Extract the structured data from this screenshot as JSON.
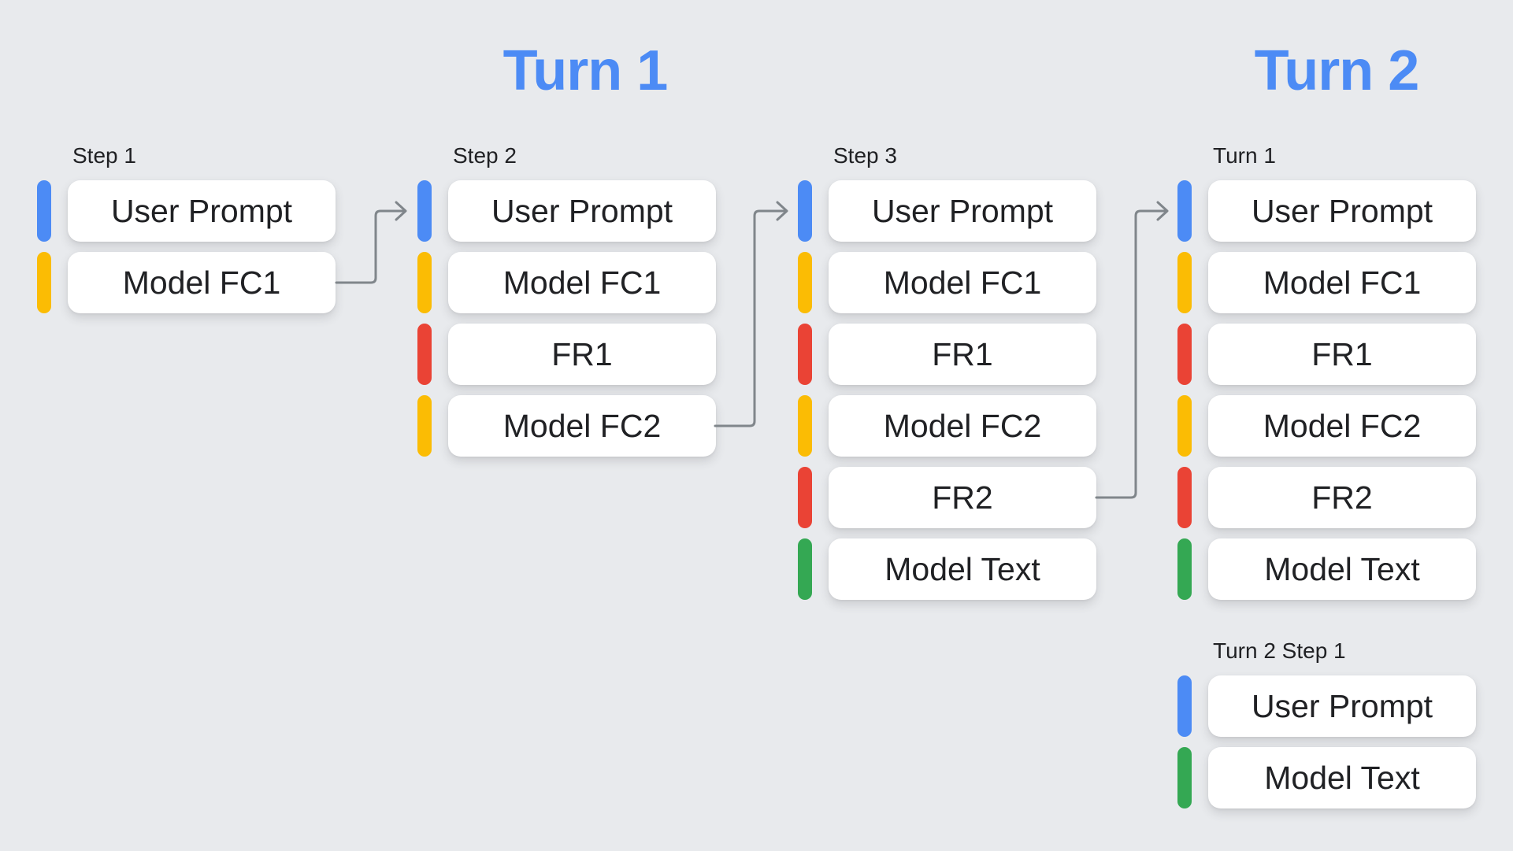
{
  "titles": [
    {
      "text": "Turn 1"
    },
    {
      "text": "Turn 2"
    }
  ],
  "palette": {
    "background": "#E8EAED",
    "card_fill": "#FFFFFF",
    "text": "#202124",
    "title_blue": "#4C8BF5",
    "arrow_gray": "#80868B",
    "bar_colors": {
      "blue": "#4C8BF5",
      "yellow": "#FBBC04",
      "red": "#EA4335",
      "green": "#34A853"
    }
  },
  "columns": [
    {
      "id": "step1",
      "label": "Step 1",
      "items": [
        {
          "text": "User Prompt",
          "color": "blue"
        },
        {
          "text": "Model FC1",
          "color": "yellow"
        }
      ]
    },
    {
      "id": "step2",
      "label": "Step 2",
      "items": [
        {
          "text": "User Prompt",
          "color": "blue"
        },
        {
          "text": "Model FC1",
          "color": "yellow"
        },
        {
          "text": "FR1",
          "color": "red"
        },
        {
          "text": "Model FC2",
          "color": "yellow"
        }
      ]
    },
    {
      "id": "step3",
      "label": "Step 3",
      "items": [
        {
          "text": "User Prompt",
          "color": "blue"
        },
        {
          "text": "Model FC1",
          "color": "yellow"
        },
        {
          "text": "FR1",
          "color": "red"
        },
        {
          "text": "Model FC2",
          "color": "yellow"
        },
        {
          "text": "FR2",
          "color": "red"
        },
        {
          "text": "Model Text",
          "color": "green"
        }
      ]
    },
    {
      "id": "turn1-history",
      "label": "Turn 1",
      "items": [
        {
          "text": "User Prompt",
          "color": "blue"
        },
        {
          "text": "Model FC1",
          "color": "yellow"
        },
        {
          "text": "FR1",
          "color": "red"
        },
        {
          "text": "Model FC2",
          "color": "yellow"
        },
        {
          "text": "FR2",
          "color": "red"
        },
        {
          "text": "Model Text",
          "color": "green"
        }
      ]
    },
    {
      "id": "turn2-step1",
      "label": "Turn 2 Step 1",
      "items": [
        {
          "text": "User Prompt",
          "color": "blue"
        },
        {
          "text": "Model Text",
          "color": "green"
        }
      ]
    }
  ],
  "arrows": [
    {
      "from": "step1 Model FC1",
      "to": "step2 User Prompt"
    },
    {
      "from": "step2 Model FC2",
      "to": "step3 User Prompt"
    },
    {
      "from": "step3 FR2",
      "to": "turn1-history User Prompt"
    }
  ]
}
